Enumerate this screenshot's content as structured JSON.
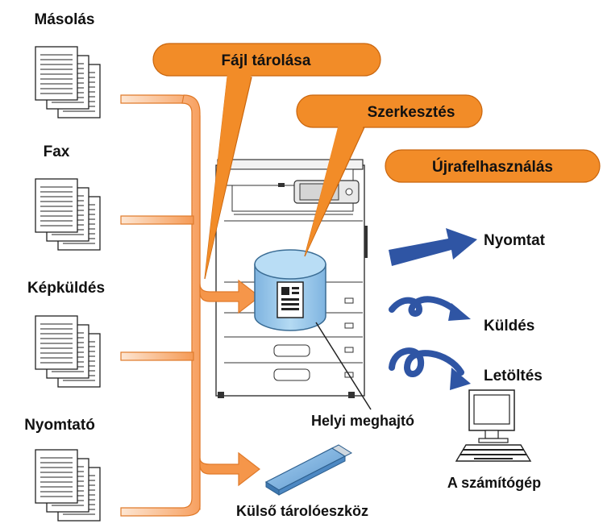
{
  "sources": {
    "copy": "Másolás",
    "fax": "Fax",
    "scan": "Képküldés",
    "printer": "Nyomtató"
  },
  "callouts": {
    "file_storage": "Fájl tárolása",
    "edit": "Szerkesztés",
    "reuse": "Újrafelhasználás"
  },
  "outputs": {
    "print": "Nyomtat",
    "send": "Küldés",
    "download": "Letöltés"
  },
  "storage": {
    "local_drive": "Helyi meghajtó",
    "external": "Külső tárolóeszköz",
    "computer": "A számítógép"
  },
  "colors": {
    "callout_fill": "#f28c28",
    "callout_stroke": "#c9650d",
    "arrow_orange": "#f5964a",
    "arrow_light": "#fde3cf",
    "blue_arrow": "#2f55a4",
    "drive_blue": "#9ccbec",
    "drive_stroke": "#3a6c94",
    "usb_blue": "#7fb4e0"
  }
}
